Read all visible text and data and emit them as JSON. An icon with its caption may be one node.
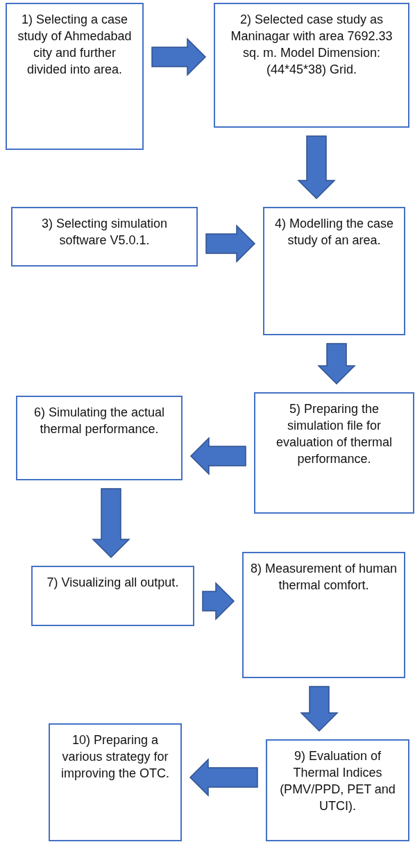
{
  "diagram": {
    "nodes": [
      {
        "text": [
          "1) Selecting a case study of Ahmedabad city and further divided into area."
        ]
      },
      {
        "text": [
          "2) Selected case study as Maninagar with area 7692.33 sq. m. Model Dimension: (44*45*38) Grid."
        ]
      },
      {
        "text": [
          "3) Selecting simulation software V5.0.1."
        ]
      },
      {
        "text": [
          "4) Modelling the case study of an area."
        ]
      },
      {
        "text": [
          "5) Preparing the simulation file for evaluation of thermal performance."
        ]
      },
      {
        "text": [
          "6) Simulating the actual thermal performance."
        ]
      },
      {
        "text": [
          "7) Visualizing all output."
        ]
      },
      {
        "text": [
          "8) Measurement of human thermal comfort."
        ]
      },
      {
        "text": [
          "9) Evaluation of Thermal Indices (PMV/PPD, PET and UTCI)."
        ]
      },
      {
        "text": [
          "10) Preparing a various strategy for improving the OTC."
        ]
      }
    ],
    "edges": [
      {
        "from": 0,
        "to": 1,
        "arrow": "to"
      },
      {
        "from": 1,
        "to": 3,
        "arrow": "to"
      },
      {
        "from": 2,
        "to": 3,
        "arrow": "to"
      },
      {
        "from": 3,
        "to": 4,
        "arrow": "to"
      },
      {
        "from": 4,
        "to": 5,
        "arrow": "to"
      },
      {
        "from": 5,
        "to": 6,
        "arrow": "to"
      },
      {
        "from": 6,
        "to": 7,
        "arrow": "to"
      },
      {
        "from": 7,
        "to": 8,
        "arrow": "to"
      },
      {
        "from": 8,
        "to": 9,
        "arrow": "to"
      }
    ]
  }
}
